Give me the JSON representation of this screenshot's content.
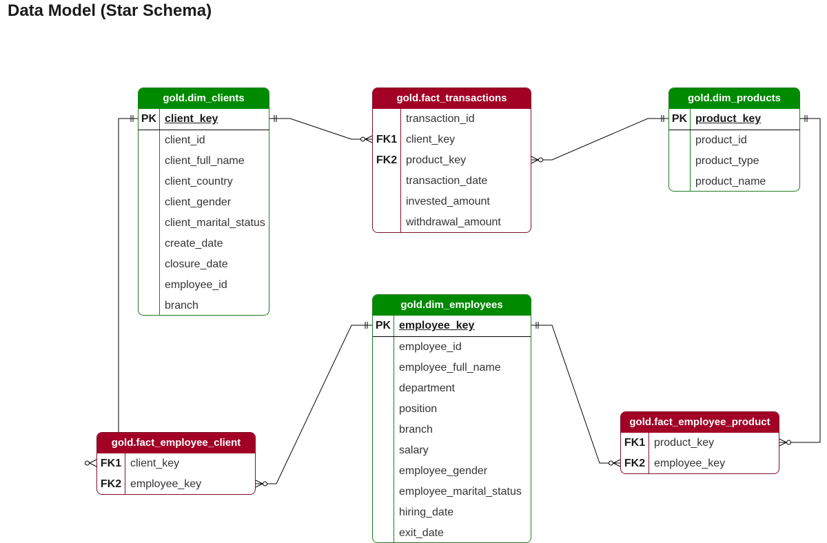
{
  "title": "Data Model (Star Schema)",
  "tables": [
    {
      "id": "dim_clients",
      "kind": "dim",
      "name": "gold.dim_clients",
      "rows": [
        [
          "PK",
          "client_key"
        ],
        [
          "",
          "client_id"
        ],
        [
          "",
          "client_full_name"
        ],
        [
          "",
          "client_country"
        ],
        [
          "",
          "client_gender"
        ],
        [
          "",
          "client_marital_status"
        ],
        [
          "",
          "create_date"
        ],
        [
          "",
          "closure_date"
        ],
        [
          "",
          "employee_id"
        ],
        [
          "",
          "branch"
        ]
      ]
    },
    {
      "id": "fact_transactions",
      "kind": "fact",
      "name": "gold.fact_transactions",
      "rows": [
        [
          "",
          "transaction_id"
        ],
        [
          "FK1",
          "client_key"
        ],
        [
          "FK2",
          "product_key"
        ],
        [
          "",
          "transaction_date"
        ],
        [
          "",
          "invested_amount"
        ],
        [
          "",
          "withdrawal_amount"
        ]
      ]
    },
    {
      "id": "dim_products",
      "kind": "dim",
      "name": "gold.dim_products",
      "rows": [
        [
          "PK",
          "product_key"
        ],
        [
          "",
          "product_id"
        ],
        [
          "",
          "product_type"
        ],
        [
          "",
          "product_name"
        ]
      ]
    },
    {
      "id": "dim_employees",
      "kind": "dim",
      "name": "gold.dim_employees",
      "rows": [
        [
          "PK",
          "employee_key"
        ],
        [
          "",
          "employee_id"
        ],
        [
          "",
          "employee_full_name"
        ],
        [
          "",
          "department"
        ],
        [
          "",
          "position"
        ],
        [
          "",
          "branch"
        ],
        [
          "",
          "salary"
        ],
        [
          "",
          "employee_gender"
        ],
        [
          "",
          "employee_marital_status"
        ],
        [
          "",
          "hiring_date"
        ],
        [
          "",
          "exit_date"
        ]
      ]
    },
    {
      "id": "fact_employee_client",
      "kind": "fact",
      "name": "gold.fact_employee_client",
      "rows": [
        [
          "FK1",
          "client_key"
        ],
        [
          "FK2",
          "employee_key"
        ]
      ]
    },
    {
      "id": "fact_employee_product",
      "kind": "fact",
      "name": "gold.fact_employee_product",
      "rows": [
        [
          "FK1",
          "product_key"
        ],
        [
          "FK2",
          "employee_key"
        ]
      ]
    }
  ],
  "relationships": [
    {
      "one": "dim_clients.client_key",
      "many": "fact_transactions.client_key"
    },
    {
      "one": "dim_products.product_key",
      "many": "fact_transactions.product_key"
    },
    {
      "one": "dim_clients.client_key",
      "many": "fact_employee_client.client_key"
    },
    {
      "one": "dim_employees.employee_key",
      "many": "fact_employee_client.employee_key"
    },
    {
      "one": "dim_employees.employee_key",
      "many": "fact_employee_product.employee_key"
    },
    {
      "one": "dim_products.product_key",
      "many": "fact_employee_product.product_key"
    }
  ]
}
